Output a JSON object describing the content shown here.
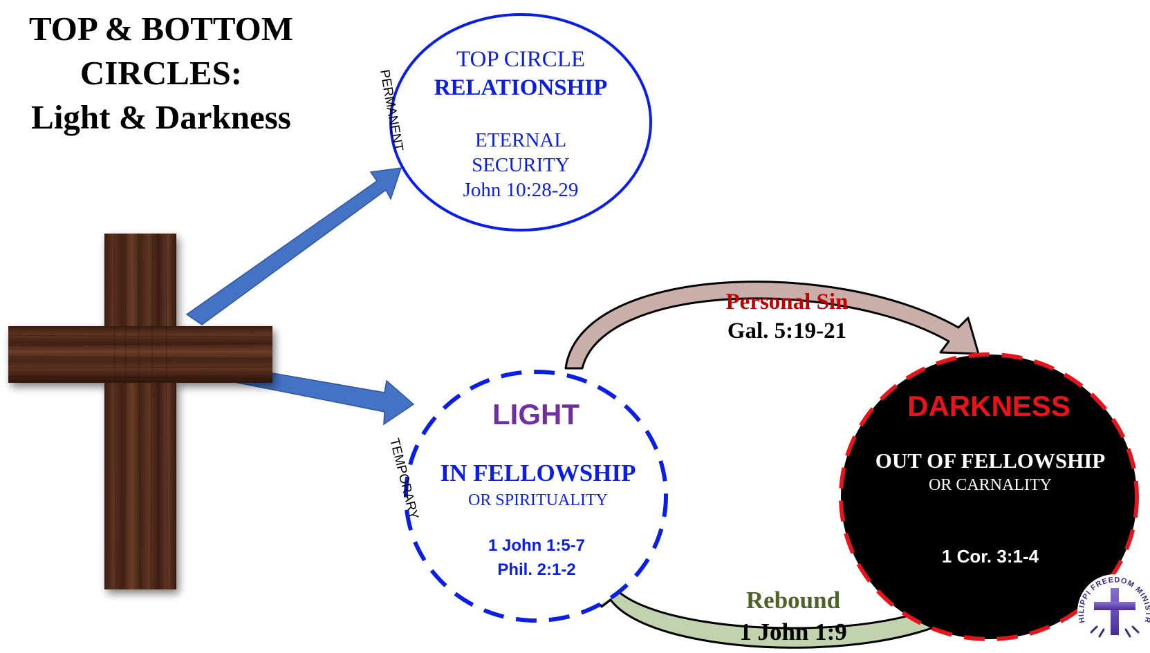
{
  "title": {
    "line1": "TOP & BOTTOM",
    "line2": "CIRCLES:",
    "line3": "Light & Darkness"
  },
  "top_circle": {
    "heading1": "TOP CIRCLE",
    "heading2": "RELATIONSHIP",
    "line1": "ETERNAL",
    "line2": "SECURITY",
    "reference": "John 10:28-29"
  },
  "arrow_labels": {
    "permanent": "PERMANENT",
    "temporary": "TEMPORARY"
  },
  "light_circle": {
    "heading": "LIGHT",
    "status": "IN FELLOWSHIP",
    "substatus": "OR SPIRITUALITY",
    "ref1": "1 John 1:5-7",
    "ref2": "Phil. 2:1-2"
  },
  "darkness_circle": {
    "heading": "DARKNESS",
    "status": "OUT OF FELLOWSHIP",
    "substatus": "OR CARNALITY",
    "reference": "1 Cor. 3:1-4"
  },
  "personal_sin": {
    "label": "Personal Sin",
    "reference": "Gal. 5:19-21"
  },
  "rebound": {
    "label": "Rebound",
    "reference": "1 John 1:9"
  },
  "logo": {
    "text": "PHILIPPI FREEDOM MINISTRY"
  },
  "colors": {
    "blue": "#0a1ee6",
    "arrow_blue": "#4472c4",
    "purple": "#7030a0",
    "red": "#e8141c",
    "dark_red": "#c00000",
    "green": "#4f6228",
    "sin_arrow": "#c9aea9",
    "rebound_arrow": "#c3d2ae",
    "wood": "#4a2818"
  }
}
